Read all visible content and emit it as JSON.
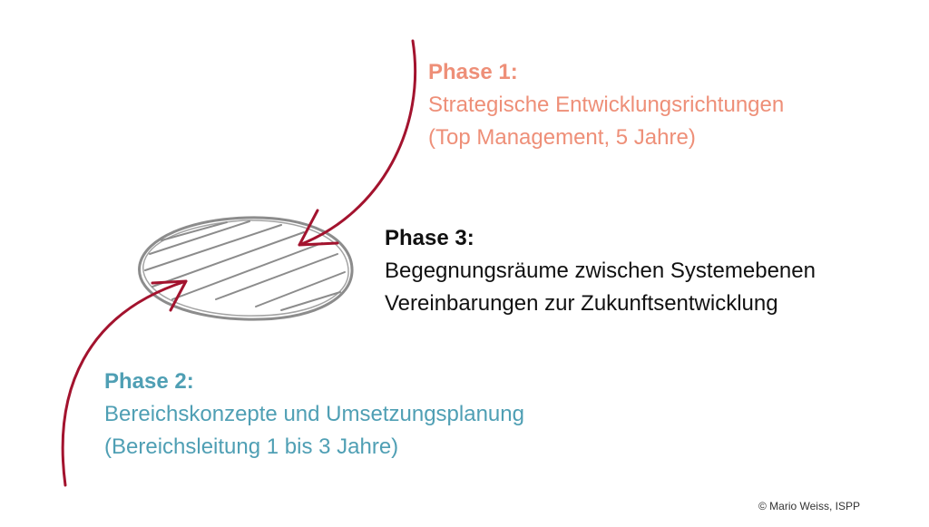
{
  "colors": {
    "phase1": "#ee8f78",
    "phase2": "#4f9fb4",
    "phase3": "#111111",
    "arrow": "#a3132e",
    "sketch": "#8c8c8c"
  },
  "phase1": {
    "title": "Phase 1:",
    "line1": "Strategische Entwicklungsrichtungen",
    "line2": "(Top Management, 5 Jahre)"
  },
  "phase3": {
    "title": "Phase 3:",
    "line1": "Begegnungsräume zwischen Systemebenen",
    "line2": "Vereinbarungen zur Zukunftsentwicklung"
  },
  "phase2": {
    "title": "Phase 2:",
    "line1": "Bereichskonzepte und Umsetzungsplanung",
    "line2": "(Bereichsleitung 1 bis 3 Jahre)"
  },
  "credit": "© Mario Weiss, ISPP"
}
